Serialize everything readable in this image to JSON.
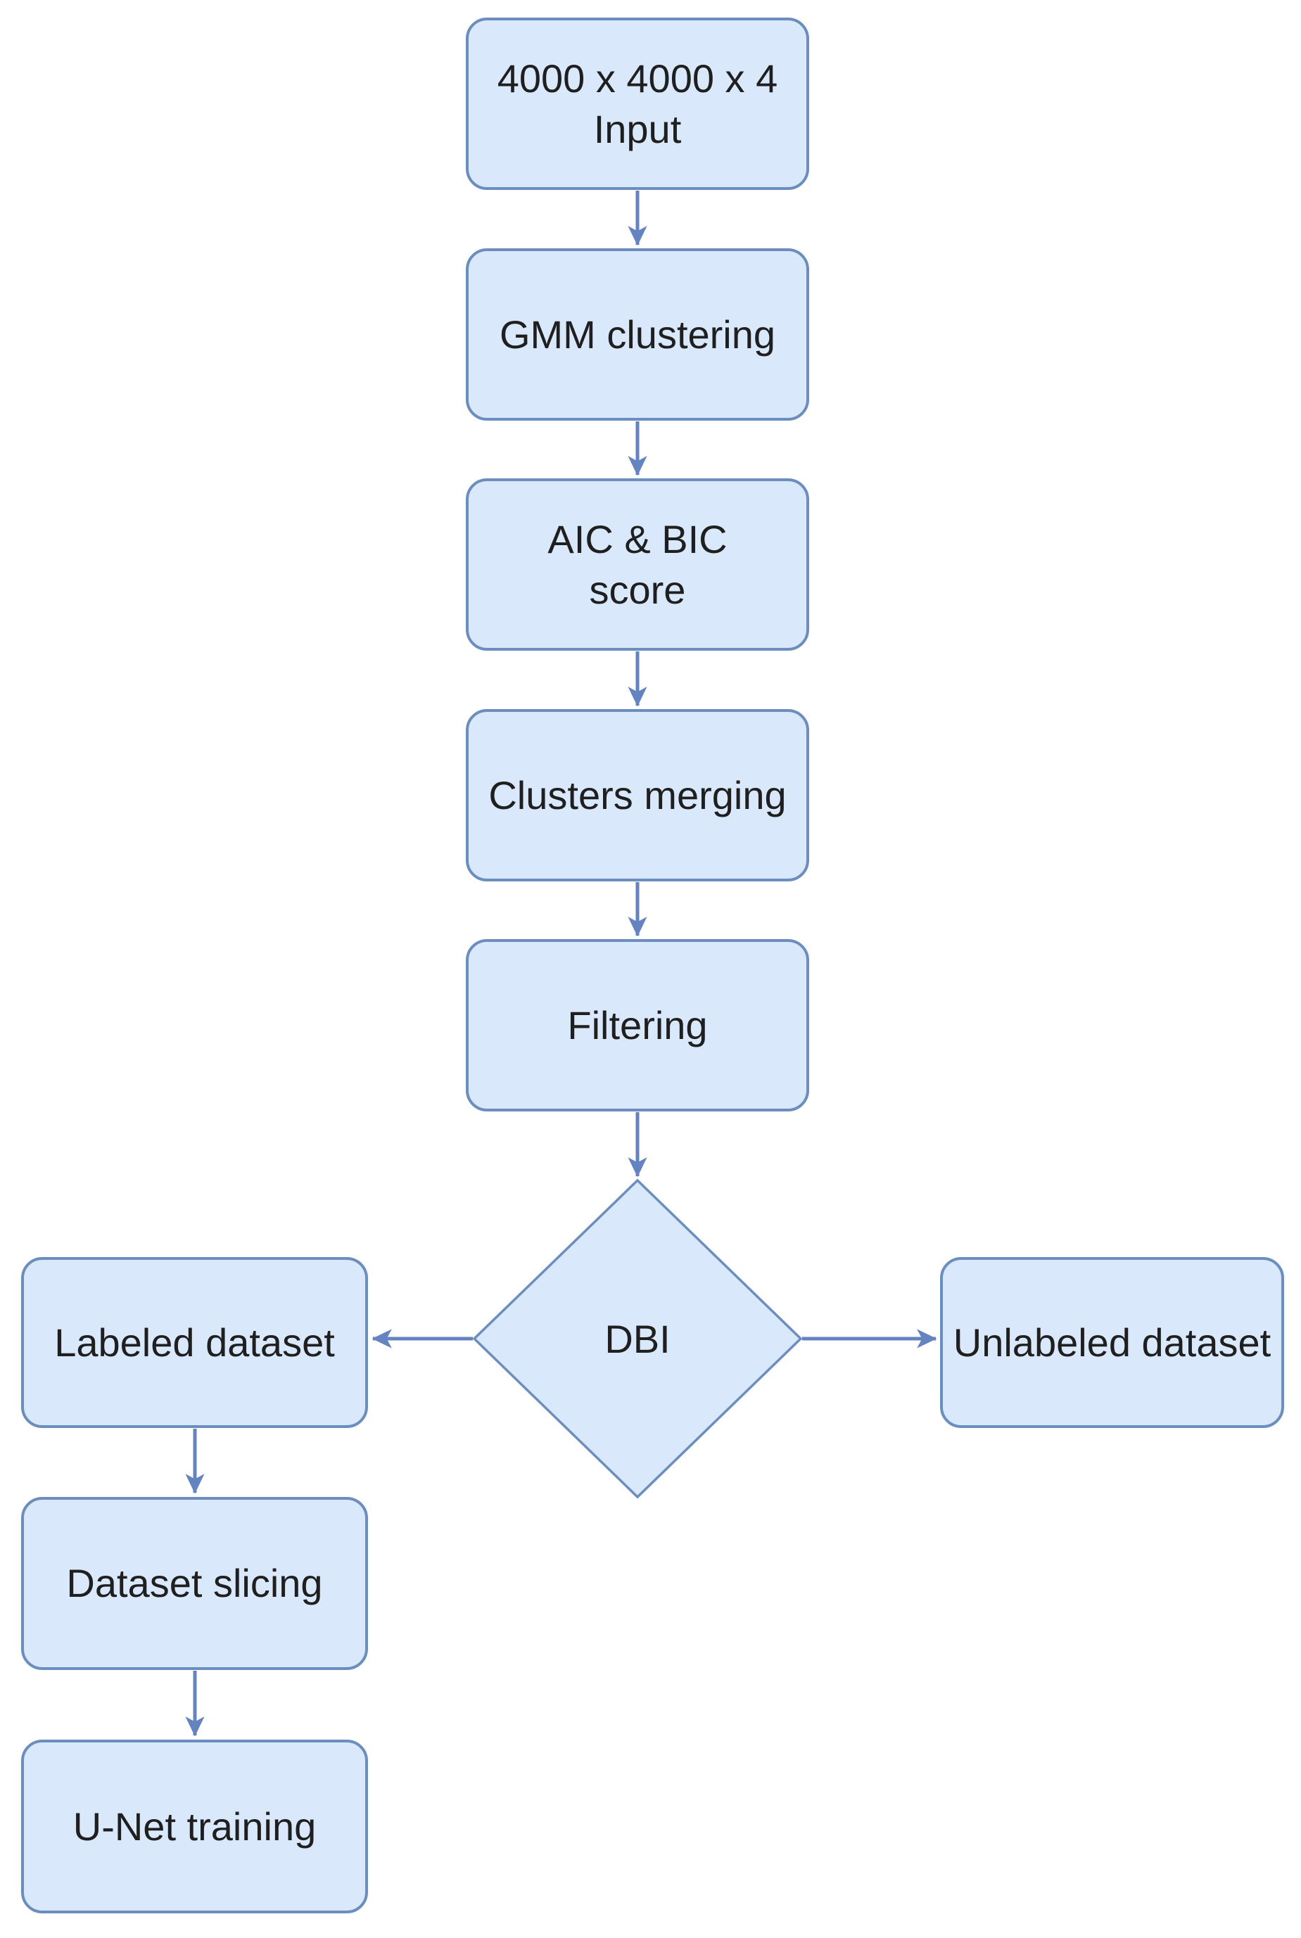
{
  "theme": {
    "background": "#ffffff",
    "node_fill": "#dae8fc",
    "node_border": "#6c8ebf",
    "arrow_color": "#6483c1",
    "text_color": "#1f1f1f"
  },
  "flowchart": {
    "nodes": {
      "input": {
        "label": "4000 x 4000 x 4\nInput",
        "shape": "rounded-rect"
      },
      "gmm": {
        "label": "GMM clustering",
        "shape": "rounded-rect"
      },
      "aic_bic": {
        "label": "AIC & BIC\nscore",
        "shape": "rounded-rect"
      },
      "merging": {
        "label": "Clusters merging",
        "shape": "rounded-rect"
      },
      "filtering": {
        "label": "Filtering",
        "shape": "rounded-rect"
      },
      "dbi": {
        "label": "DBI",
        "shape": "diamond"
      },
      "labeled": {
        "label": "Labeled dataset",
        "shape": "rounded-rect"
      },
      "unlabeled": {
        "label": "Unlabeled dataset",
        "shape": "rounded-rect"
      },
      "slicing": {
        "label": "Dataset slicing",
        "shape": "rounded-rect"
      },
      "unet": {
        "label": "U-Net training",
        "shape": "rounded-rect"
      }
    },
    "edges": [
      {
        "from": "input",
        "to": "gmm",
        "direction": "down"
      },
      {
        "from": "gmm",
        "to": "aic_bic",
        "direction": "down"
      },
      {
        "from": "aic_bic",
        "to": "merging",
        "direction": "down"
      },
      {
        "from": "merging",
        "to": "filtering",
        "direction": "down"
      },
      {
        "from": "filtering",
        "to": "dbi",
        "direction": "down"
      },
      {
        "from": "dbi",
        "to": "labeled",
        "direction": "left"
      },
      {
        "from": "dbi",
        "to": "unlabeled",
        "direction": "right"
      },
      {
        "from": "labeled",
        "to": "slicing",
        "direction": "down"
      },
      {
        "from": "slicing",
        "to": "unet",
        "direction": "down"
      }
    ]
  }
}
